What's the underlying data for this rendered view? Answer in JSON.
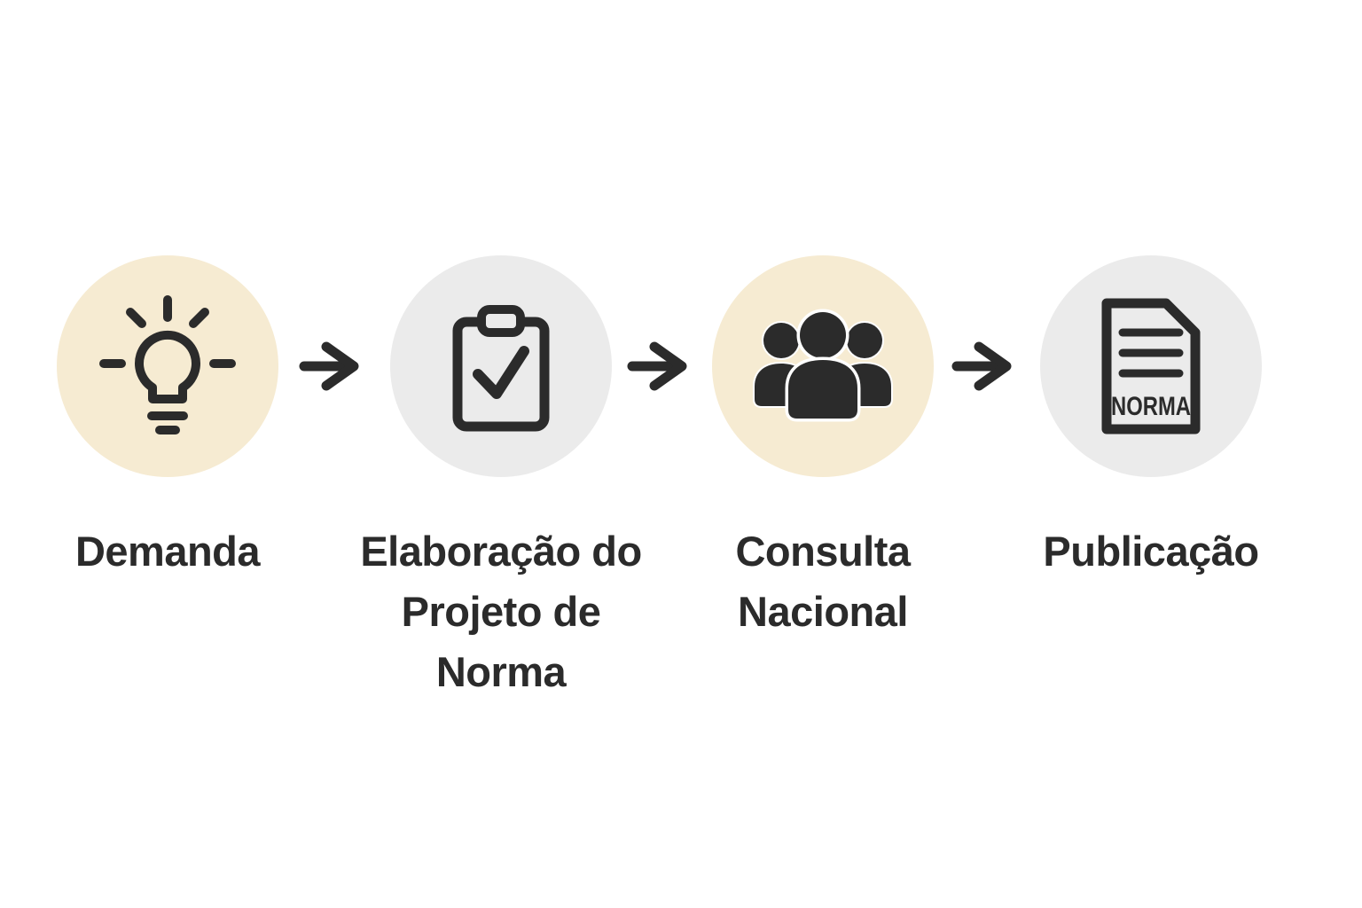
{
  "diagram": {
    "background": "#ffffff",
    "text_color": "#2b2b2b",
    "icon_color": "#2b2b2b",
    "circle_colors": {
      "beige": "#f6ebd2",
      "gray": "#ebebeb"
    },
    "connector": {
      "type": "arrow-right",
      "color": "#2b2b2b",
      "count": 3
    },
    "steps": [
      {
        "label": "Demanda",
        "icon": "lightbulb-icon",
        "circle": "beige"
      },
      {
        "label": "Elaboração do\nProjeto de\nNorma",
        "icon": "clipboard-check-icon",
        "circle": "gray"
      },
      {
        "label": "Consulta\nNacional",
        "icon": "people-group-icon",
        "circle": "beige"
      },
      {
        "label": "Publicação",
        "icon": "document-norma-icon",
        "circle": "gray",
        "icon_text": "NORMA"
      }
    ]
  }
}
